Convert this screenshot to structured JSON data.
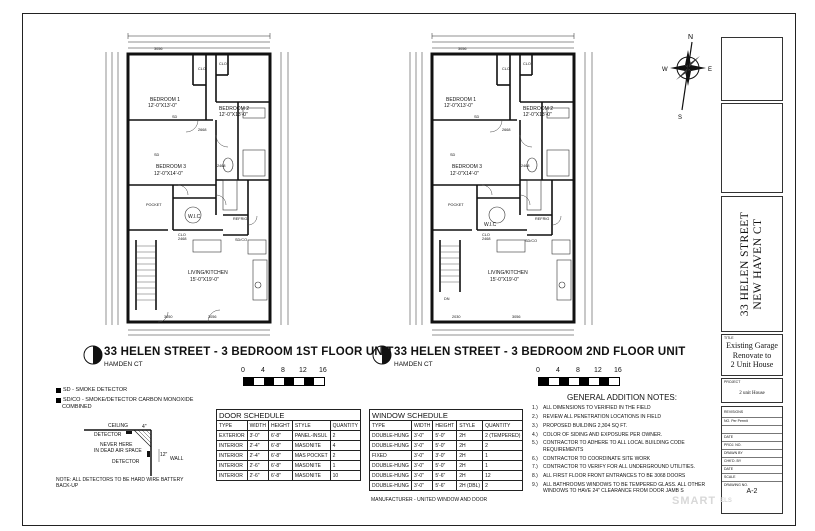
{
  "plans": [
    {
      "title": "33 HELEN STREET - 3 BEDROOM 1ST FLOOR UNIT",
      "subtitle": "HAMDEN CT",
      "rooms": [
        {
          "name": "BEDROOM 1",
          "dim": "12'-0\"X13'-0\""
        },
        {
          "name": "BEDROOM 2",
          "dim": "12'-0\"X13'-0\""
        },
        {
          "name": "BEDROOM 3",
          "dim": "12'-0\"X14'-0\""
        },
        {
          "name": "LIVING/KITCHEN",
          "dim": "15'-0\"X19'-0\""
        }
      ],
      "tags": {
        "clo": "CLO",
        "walkin": "W.I.C",
        "pocket": "POCKET",
        "refrig": "REFRIG",
        "sd": "SD",
        "sdco": "SD/CO",
        "door1": "2668",
        "door2": "2468",
        "win": "3056",
        "win2": "3050"
      }
    },
    {
      "title": "33 HELEN STREET - 3 BEDROOM 2ND FLOOR UNIT",
      "subtitle": "HAMDEN CT",
      "rooms": [
        {
          "name": "BEDROOM 1",
          "dim": "12'-0\"X13'-0\""
        },
        {
          "name": "BEDROOM 2",
          "dim": "12'-0\"X13'-0\""
        },
        {
          "name": "BEDROOM 3",
          "dim": "12'-0\"X14'-0\""
        },
        {
          "name": "LIVING/KITCHEN",
          "dim": "15'-0\"X19'-0\""
        }
      ],
      "tags": {
        "clo": "CLO",
        "walkin": "W.I.C",
        "pocket": "POCKET",
        "refrig": "REFRIG",
        "sd": "SD",
        "sdco": "SD/CO",
        "door1": "2668",
        "door2": "2468",
        "win": "3056",
        "win2": "2030",
        "dn": "DN"
      }
    }
  ],
  "scale": {
    "ticks": [
      "0",
      "4",
      "8",
      "12",
      "16"
    ]
  },
  "legend": {
    "sd": "SD  -  SMOKE DETECTOR",
    "sdco": "SD/CO  -  SMOKE/DETECTOR CARBON MONOXIDE",
    "combined": "COMBINED"
  },
  "detail": {
    "ceiling": "CEILING",
    "detector": "DETECTOR",
    "never_here": "NEVER HERE",
    "dead_air": "IN DEAD AIR SPACE",
    "detector2": "DETECTOR",
    "wall": "WALL",
    "dim4": "4\"",
    "dim12": "12\"",
    "note": "NOTE: ALL DETECTORS TO BE HARD WIRE BATTERY BACK-UP"
  },
  "door_schedule": {
    "title": "DOOR SCHEDULE",
    "headers": [
      "TYPE",
      "WIDTH",
      "HEIGHT",
      "STYLE",
      "QUANTITY"
    ],
    "rows": [
      [
        "EXTERIOR",
        "3'-0\"",
        "6'-8\"",
        "PANEL-INSUL",
        "2"
      ],
      [
        "INTERIOR",
        "2'-4\"",
        "6'-8\"",
        "MASONITE",
        "4"
      ],
      [
        "INTERIOR",
        "2'-4\"",
        "6'-8\"",
        "MAS POCKET",
        "2"
      ],
      [
        "INTERIOR",
        "2'-6\"",
        "6'-8\"",
        "MASONITE",
        "1"
      ],
      [
        "INTERIOR",
        "2'-6\"",
        "6'-8\"",
        "MASONITE",
        "10"
      ]
    ]
  },
  "window_schedule": {
    "title": "WINDOW SCHEDULE",
    "headers": [
      "TYPE",
      "WIDTH",
      "HEIGHT",
      "STYLE",
      "QUANTITY"
    ],
    "rows": [
      [
        "DOUBLE-HUNG",
        "3'-0\"",
        "5'-0\"",
        "2H",
        "2 (TEMPERED)"
      ],
      [
        "DOUBLE-HUNG",
        "3'-0\"",
        "5'-0\"",
        "2H",
        "2"
      ],
      [
        "FIXED",
        "3'-0\"",
        "3'-0\"",
        "2H",
        "1"
      ],
      [
        "DOUBLE-HUNG",
        "3'-0\"",
        "5'-0\"",
        "2H",
        "1"
      ],
      [
        "DOUBLE-HUNG",
        "3'-0\"",
        "5'-6\"",
        "2H",
        "12"
      ],
      [
        "DOUBLE-HUNG",
        "3'-0\"",
        "5'-6\"",
        "2H (DBL)",
        "2"
      ]
    ],
    "manufacturer": "MANUFACTURER - UNITED WINDOW AND DOOR"
  },
  "notes": {
    "title": "GENERAL ADDITION NOTES:",
    "items": [
      {
        "n": "1.)",
        "t": "ALL DIMENSIONS TO VERIFIED IN THE FIELD"
      },
      {
        "n": "2.)",
        "t": "REVIEW ALL PENETRATION LOCATIONS IN FIELD"
      },
      {
        "n": "3.)",
        "t": "PROPOSED BUILDING 2,304 SQ FT."
      },
      {
        "n": "4.)",
        "t": "COLOR OF SIDING AND EXPOSURE PER OWNER."
      },
      {
        "n": "5.)",
        "t": "CONTRACTOR TO ADHERE TO ALL LOCAL BUILDING CODE REQUIREMENTS"
      },
      {
        "n": "6.)",
        "t": "CONTRACTOR TO COORDINATE SITE WORK"
      },
      {
        "n": "7.)",
        "t": "CONTRACTOR TO VERIFY FOR ALL UNDERGROUND UTILITIES."
      },
      {
        "n": "8.)",
        "t": "ALL FIRST FLOOR FRONT ENTRANCES TO BE 3068 DOORS"
      },
      {
        "n": "9.)",
        "t": "ALL BATHROOMS WINDOWS TO BE TEMPERED GLASS. ALL OTHER WINDOWS TO HAVE 24\" CLEARANCE FROM DOOR JAMB S"
      }
    ]
  },
  "compass": {
    "n": "N",
    "s": "S",
    "w": "W",
    "e": "E"
  },
  "title_block": {
    "address_line1": "33 HELEN STREET",
    "address_line2": "NEW HAVEN CT",
    "title_label": "TITLE",
    "title_lines": [
      "Existing Garage",
      "Renovate to",
      "2 Unit House"
    ],
    "project_label": "PROJECT",
    "project": "2 unit House",
    "revisions_label": "REVISIONS",
    "rev_rows": [
      "NO.   Per Permit",
      "DATE",
      "PROJ. NO.",
      "DRAWN BY",
      "CHK'D. BY",
      "DATE",
      "SCALE",
      "DRAWING NO."
    ],
    "sheet_no": "A-2"
  },
  "watermark": {
    "text": "SMART",
    "suffix": "ELS"
  }
}
